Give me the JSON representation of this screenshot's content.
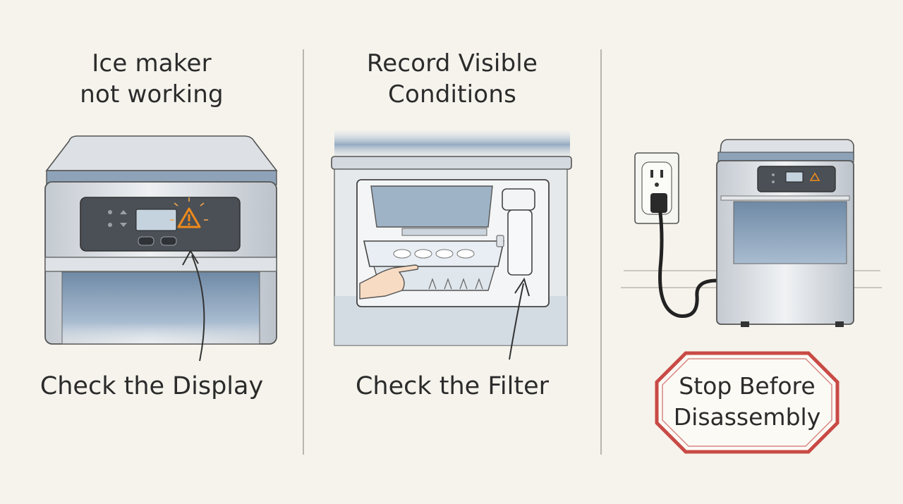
{
  "panels": [
    {
      "title_lines": [
        "Ice maker",
        "not working"
      ],
      "caption": "Check the Display"
    },
    {
      "title_lines": [
        "Record Visible",
        "Conditions"
      ],
      "caption": "Check the Filter"
    },
    {
      "stop_sign_lines": [
        "Stop Before",
        "Disassembly"
      ]
    }
  ],
  "colors": {
    "background": "#f5f3ec",
    "warning": "#f08a1c",
    "stop_border": "#c94a45",
    "water_blue": "#8aa3bd",
    "steel": "#d9dde2",
    "display_panel": "#4a5056"
  },
  "icons": [
    "warning-triangle-icon",
    "power-outlet-icon",
    "power-plug-icon"
  ]
}
